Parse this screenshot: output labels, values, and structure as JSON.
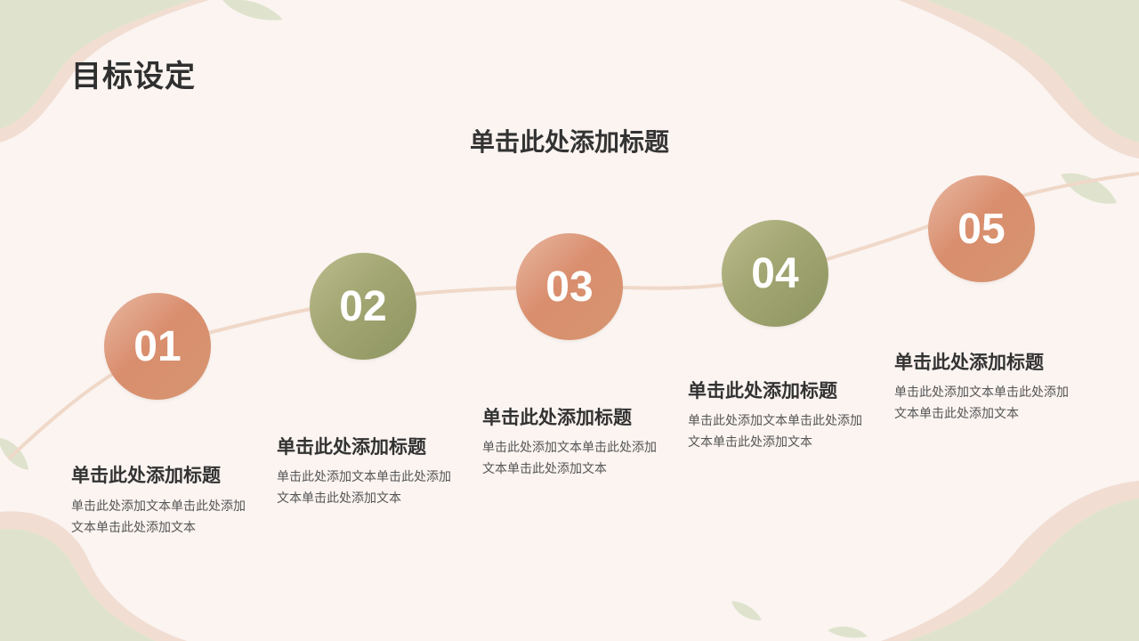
{
  "page": {
    "title": "目标设定",
    "subtitle": "单击此处添加标题"
  },
  "steps": [
    {
      "number": "01",
      "title": "单击此处添加标题",
      "text": "单击此处添加文本单击此处添加文本单击此处添加文本",
      "color": "orange"
    },
    {
      "number": "02",
      "title": "单击此处添加标题",
      "text": "单击此处添加文本单击此处添加文本单击此处添加文本",
      "color": "olive"
    },
    {
      "number": "03",
      "title": "单击此处添加标题",
      "text": "单击此处添加文本单击此处添加文本单击此处添加文本",
      "color": "orange"
    },
    {
      "number": "04",
      "title": "单击此处添加标题",
      "text": "单击此处添加文本单击此处添加文本单击此处添加文本",
      "color": "olive"
    },
    {
      "number": "05",
      "title": "单击此处添加标题",
      "text": "单击此处添加文本单击此处添加文本单击此处添加文本",
      "color": "orange"
    }
  ],
  "colors": {
    "background": "#fbf4f1",
    "accent_orange": "#d98e6e",
    "accent_olive": "#9fa36e",
    "leaf_green": "#dfe3cd",
    "curve": "#f0d8c8"
  }
}
